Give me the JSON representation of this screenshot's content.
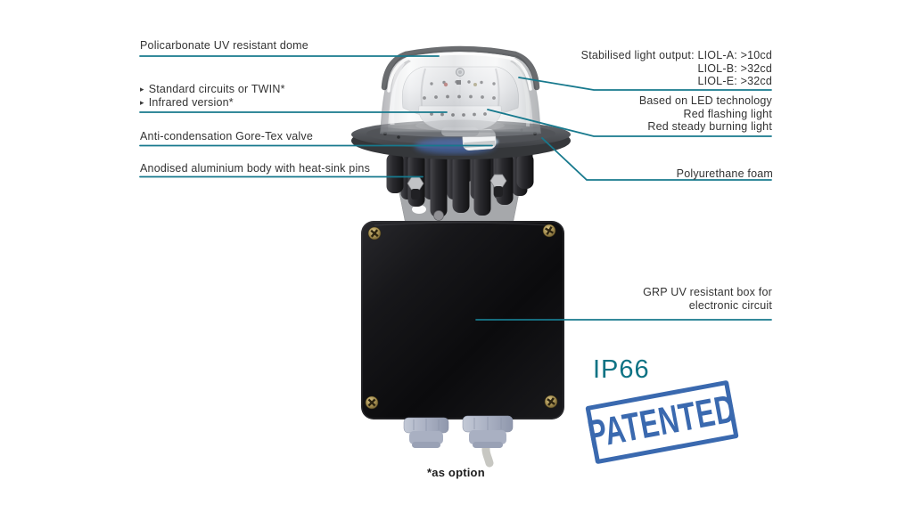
{
  "product": {
    "description": "LED aviation obstruction light with dome, heat-sink body and electronics box"
  },
  "labels_left": [
    {
      "text": "Policarbonate UV resistant dome"
    },
    {
      "bullet": "▸",
      "lines": [
        "Standard circuits or TWIN*",
        "Infrared version*"
      ]
    },
    {
      "text": "Anti-condensation Gore-Tex valve"
    },
    {
      "text": "Anodised aluminium body with heat-sink pins"
    }
  ],
  "labels_right": [
    {
      "lines": [
        "Stabilised light output: LIOL-A: >10cd",
        "LIOL-B: >32cd",
        "LIOL-E: >32cd"
      ]
    },
    {
      "lines": [
        "Based on LED technology",
        "Red flashing light",
        "Red steady burning light"
      ]
    },
    {
      "text": "Polyurethane foam"
    },
    {
      "lines": [
        "GRP UV resistant box for",
        "electronic circuit"
      ]
    }
  ],
  "badges": {
    "ip_rating": "IP66",
    "patent_stamp": "PATENTED"
  },
  "footnote": "*as option",
  "colors": {
    "callout_line": "#17798d",
    "label_text": "#333333",
    "ip_rating_text": "#0e7384",
    "stamp_blue": "#2c5ea9"
  }
}
